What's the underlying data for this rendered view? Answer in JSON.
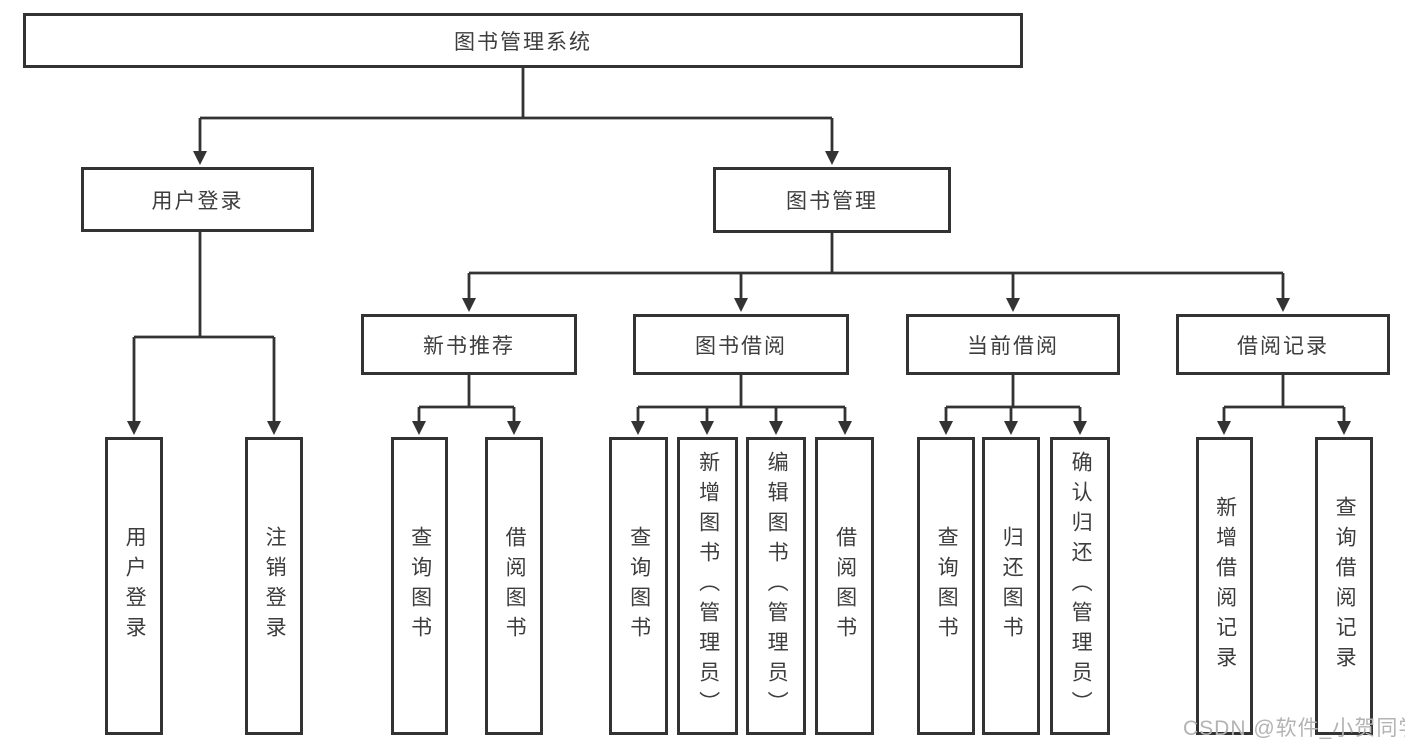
{
  "tree": {
    "label": "图书管理系统",
    "children": [
      {
        "label": "用户登录",
        "children": [
          {
            "label": "用户登录"
          },
          {
            "label": "注销登录"
          }
        ]
      },
      {
        "label": "图书管理",
        "children": [
          {
            "label": "新书推荐",
            "children": [
              {
                "label": "查询图书"
              },
              {
                "label": "借阅图书"
              }
            ]
          },
          {
            "label": "图书借阅",
            "children": [
              {
                "label": "查询图书"
              },
              {
                "label": "新增图书（管理员）"
              },
              {
                "label": "编辑图书（管理员）"
              },
              {
                "label": "借阅图书"
              }
            ]
          },
          {
            "label": "当前借阅",
            "children": [
              {
                "label": "查询图书"
              },
              {
                "label": "归还图书"
              },
              {
                "label": "确认归还（管理员）"
              }
            ]
          },
          {
            "label": "借阅记录",
            "children": [
              {
                "label": "新增借阅记录"
              },
              {
                "label": "查询借阅记录"
              }
            ]
          }
        ]
      }
    ]
  },
  "watermark": {
    "text": "CSDN @软件_小贺同学"
  },
  "colors": {
    "line": "#333333",
    "border": "#333333",
    "text": "#3d3d3d",
    "watermark": "#b3b3b3",
    "background": "#ffffff"
  }
}
